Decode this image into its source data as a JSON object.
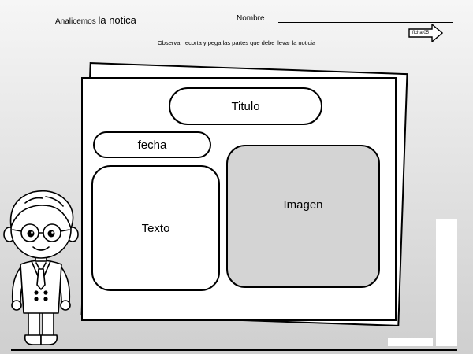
{
  "header": {
    "title_prefix": "Analicemos ",
    "title_main": "la notica",
    "name_label": "Nombre",
    "ficha_label": "ficha 05",
    "instructions": "Observa, recorta y pega las partes que debe llevar la noticia"
  },
  "boxes": {
    "titulo": "Titulo",
    "fecha": "fecha",
    "texto": "Texto",
    "imagen": "Imagen"
  },
  "colors": {
    "image_box_fill": "#d4d4d4",
    "ink": "#000000"
  },
  "icons": [
    "arrow-right-icon",
    "boy-character-illustration"
  ]
}
